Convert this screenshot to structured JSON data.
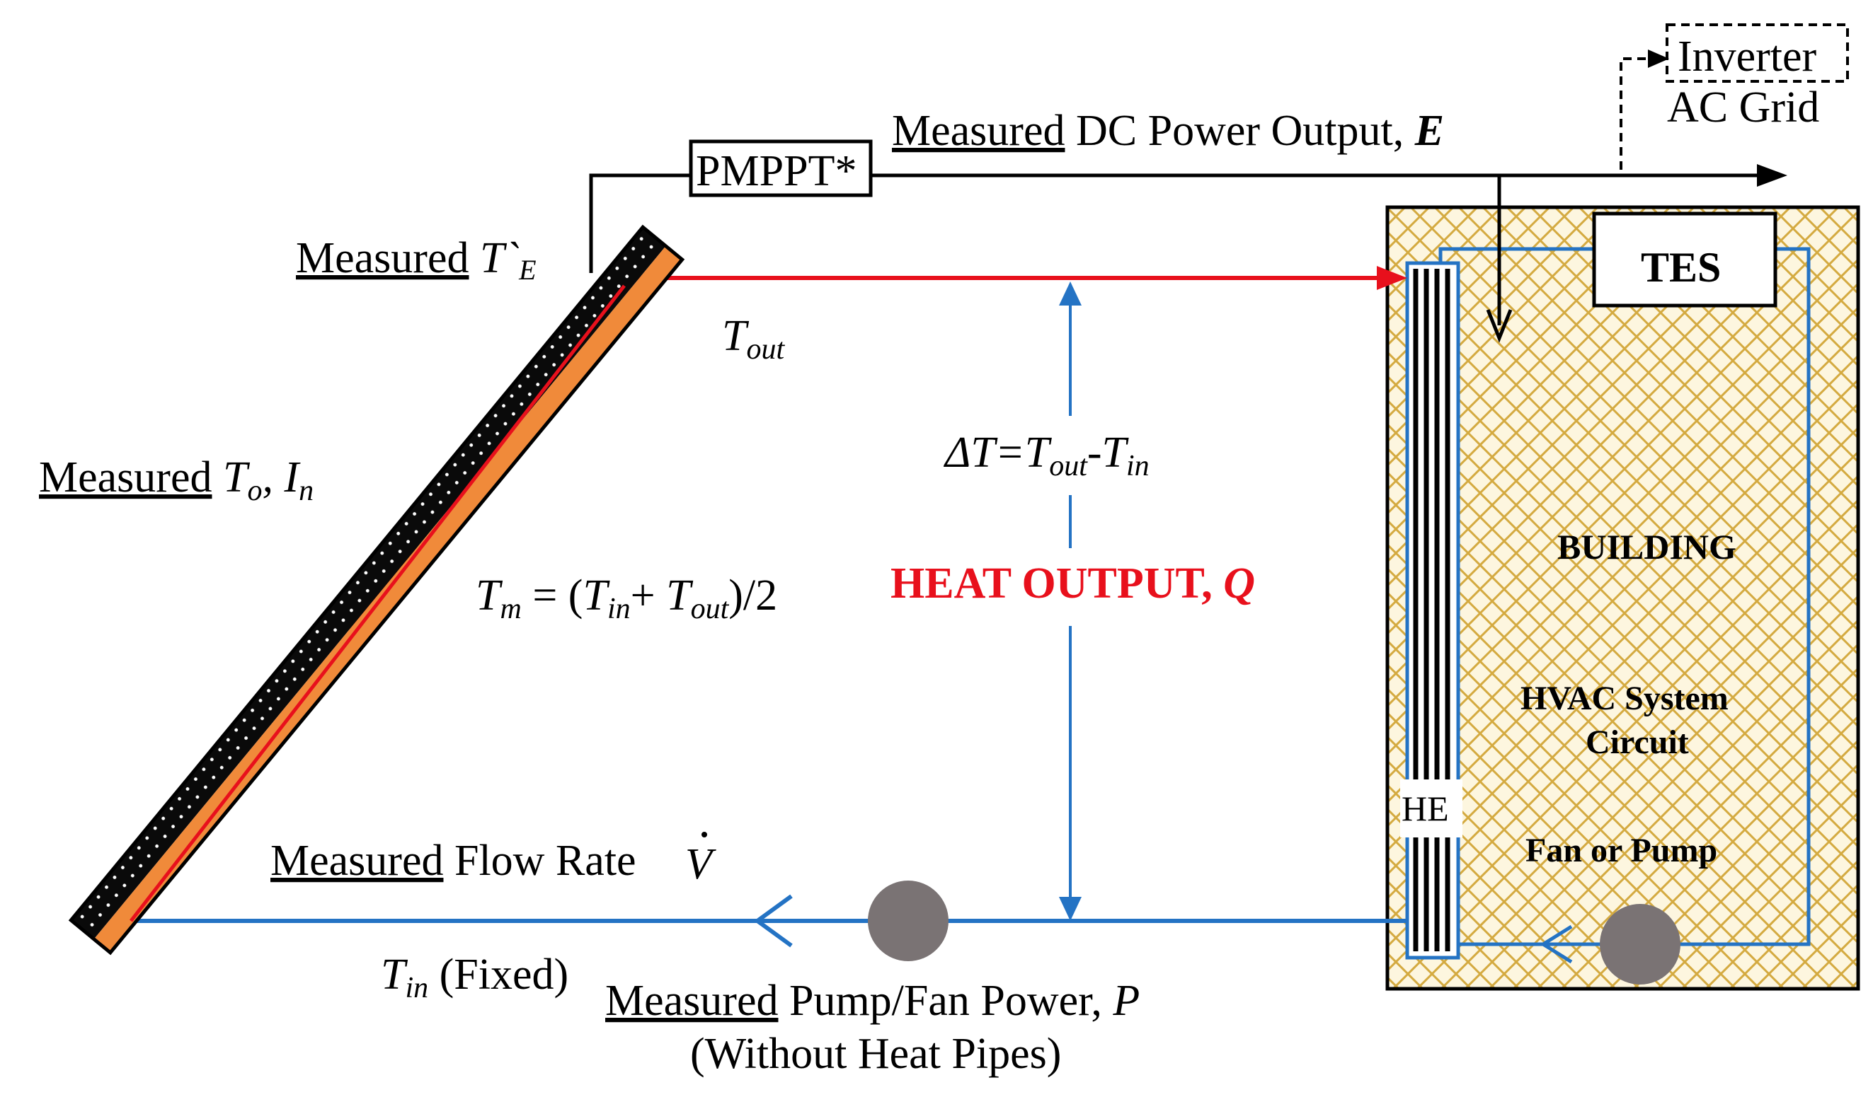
{
  "colors": {
    "hot": "#e8101c",
    "cold": "#2473c4",
    "line": "#000000",
    "hatch": "#d4aa40",
    "hatch_bg": "#fdf6df",
    "panel_black": "#0a0a0a",
    "panel_orange": "#f08a3a",
    "pump": "#7a7374",
    "heat_text": "#e8101c"
  },
  "labels": {
    "inverter": "Inverter",
    "ac_grid": "AC Grid",
    "pmppt": "PMPPT*",
    "dc_measured": "Measured",
    "dc_rest": " DC Power Output, ",
    "dc_var": "E",
    "te_measured": "Measured",
    "te_var": "T`",
    "te_sub": "E",
    "tout_var": "T",
    "tout_sub": "out",
    "to_measured": "Measured",
    "to_var": "T",
    "to_sub": "o",
    "to_sep": ", ",
    "in_var": "I",
    "in_sub": "n",
    "tm_text": "T",
    "tm_sub": "m",
    "tm_eq": " = (",
    "tm_tin": "T",
    "tm_tin_sub": "in",
    "tm_plus": "+ ",
    "tm_tout": "T",
    "tm_tout_sub": "out",
    "tm_end": ")/2",
    "delta_text": "ΔT=T",
    "delta_sub1": "out",
    "delta_mid": "-T",
    "delta_sub2": "in",
    "heat_output": "HEAT OUTPUT, ",
    "heat_var": "Q",
    "flow_measured": "Measured",
    "flow_rest": " Flow Rate",
    "flow_var": "V",
    "tin_var": "T",
    "tin_sub": "in",
    "tin_fixed": " (Fixed)",
    "pump_measured": "Measured",
    "pump_rest": " Pump/Fan Power, ",
    "pump_var": "P",
    "without": "(Without Heat Pipes)",
    "tes": "TES",
    "building": "BUILDING",
    "hvac1": "HVAC System",
    "hvac2": "Circuit",
    "fan_pump": "Fan or Pump",
    "he": "HE"
  }
}
